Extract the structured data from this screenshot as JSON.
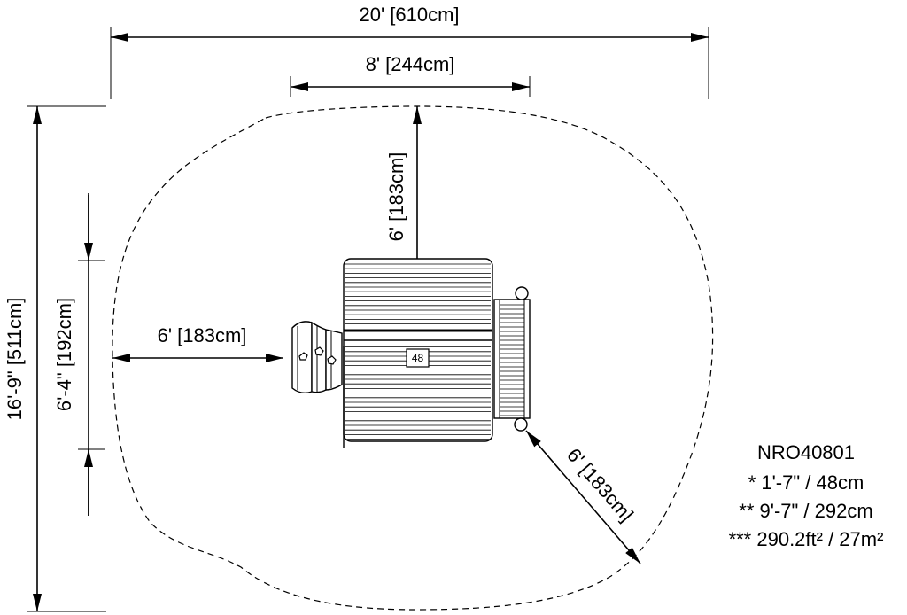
{
  "dimensions": {
    "overall_width": "20' [610cm]",
    "structure_width": "8' [244cm]",
    "top_clearance": "6' [183cm]",
    "left_clearance": "6' [183cm]",
    "diagonal_clearance": "6' [183cm]",
    "overall_depth": "16'-9\" [511cm]",
    "structure_depth": "6'-4\" [192cm]"
  },
  "deck_label": "48",
  "notes": {
    "model": "NRO40801",
    "line1": "* 1'-7\" / 48cm",
    "line2": "** 9'-7\" / 292cm",
    "line3": "*** 290.2ft² / 27m²"
  }
}
